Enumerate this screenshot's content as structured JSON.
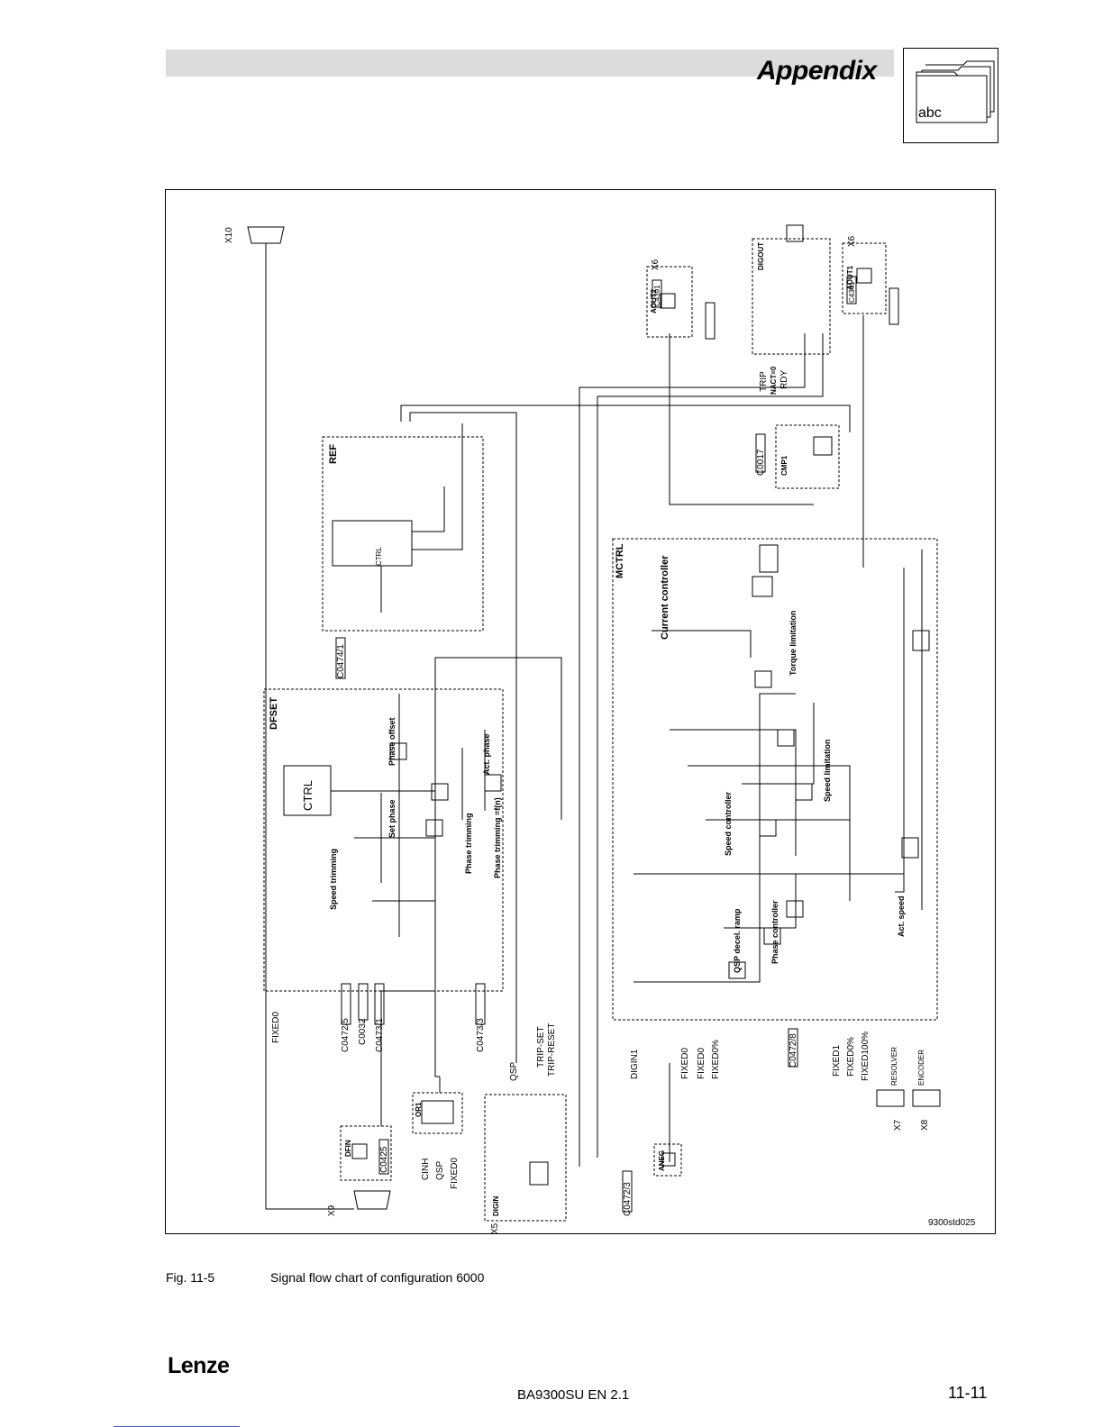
{
  "header": {
    "title": "Appendix",
    "tab_label": "abc"
  },
  "diagram": {
    "code": "9300std025",
    "blocks": {
      "dfset": "DFSET",
      "ctrl": "CTRL",
      "ref": "REF",
      "mctrl": "MCTRL",
      "digout": "DIGOUT",
      "aout1": "AOUT1",
      "aout2": "AOUT2",
      "cmp1": "CMP1",
      "dfin": "DFIN",
      "or1": "OR1",
      "aneg": "ANEG",
      "digin": "DIGIN"
    },
    "labels": {
      "current_controller": "Current controller",
      "speed_controller": "Speed controller",
      "phase_controller": "Phase controller",
      "torque_limitation": "Torque limitation",
      "speed_limitation": "Speed limitation",
      "qsp_decel": "QSP decel. ramp",
      "act_speed": "Act. speed",
      "phase_offset": "Phase offset",
      "set_phase": "Set phase",
      "act_phase": "Act. phase",
      "phase_trimming": "Phase trimming",
      "phase_trimming_fn": "Phase trimming =f(n)",
      "speed_trimming": "Speed trimming"
    },
    "connectors": {
      "x10": "X10",
      "x9": "X9",
      "x7": "X7",
      "x8": "X8",
      "x5": "X5",
      "x6": "X6",
      "resolver": "RESOLVER",
      "encoder": "ENCODER"
    },
    "inputs": {
      "digin1": "DIGIN1",
      "fixed0": "FIXED0",
      "fixed0pct": "FIXED0%",
      "fixed1": "FIXED1",
      "fixed100pct": "FIXED100%",
      "qsp": "QSP",
      "trip_set": "TRIP-SET",
      "trip_reset": "TRIP-RESET",
      "cinh": "CINH",
      "trip": "TRIP",
      "nact0": "NACT=0",
      "rdy": "RDY"
    },
    "codes": [
      "C0472/5",
      "C0032",
      "C0473/1",
      "C0473/3",
      "C0472/3",
      "C0472/8",
      "C0474/1",
      "C0017",
      "C0425",
      "C4391",
      "C4341"
    ]
  },
  "caption": {
    "number": "Fig. 11-5",
    "text": "Signal flow chart of configuration 6000"
  },
  "footer": {
    "logo": "Lenze",
    "doc_id": "BA9300SU  EN  2.1",
    "page": "11-11"
  }
}
